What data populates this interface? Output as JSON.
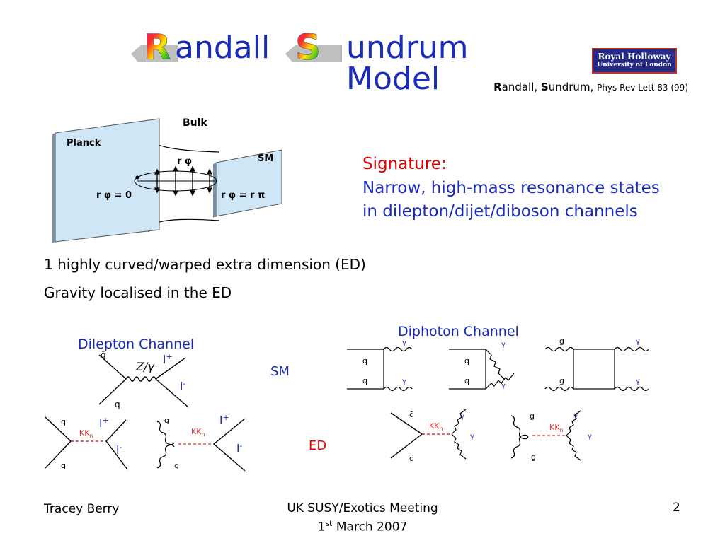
{
  "title": {
    "letter_r": "R",
    "part1": "andall",
    "letter_s": "S",
    "part2": "undrum Model"
  },
  "logo": {
    "line1": "Royal Holloway",
    "line2": "University of London"
  },
  "reference": {
    "r": "R",
    "andall": "andall, ",
    "s": "S",
    "undrum": "undrum, ",
    "journal": "Phys Rev Lett 83 (99)"
  },
  "signature": {
    "label": "Signature:",
    "line1": "Narrow, high-mass resonance states",
    "line2": "in dilepton/dijet/diboson channels"
  },
  "statements": [
    "1 highly curved/warped extra dimension (ED)",
    "Gravity localised in the ED"
  ],
  "brane_diagram": {
    "bulk": "Bulk",
    "planck": "Planck",
    "sm": "SM",
    "r_phi": "r φ",
    "r_phi_0": "r φ = 0",
    "r_phi_pi": "r φ = r π"
  },
  "channels": {
    "dilepton": "Dilepton Channel",
    "diphoton": "Diphoton Channel",
    "sm_label": "SM",
    "ed_label": "ED"
  },
  "feynman": {
    "zgamma": "Z/γ",
    "l_plus": "l",
    "l_minus": "l",
    "plus": "+",
    "minus": "-",
    "kk": "KK",
    "n": "n",
    "q": "q",
    "qbar": "q̄",
    "g": "g",
    "gamma": "γ"
  },
  "footer": {
    "author": "Tracey Berry",
    "meeting": "UK SUSY/Exotics Meeting",
    "date_day": "1",
    "date_sup": "st",
    "date_rest": " March 2007",
    "page": "2"
  },
  "colors": {
    "blue": "#1a2cb8",
    "red": "#e00000",
    "brane": "#cfe6f7",
    "kk": "#e03030"
  }
}
